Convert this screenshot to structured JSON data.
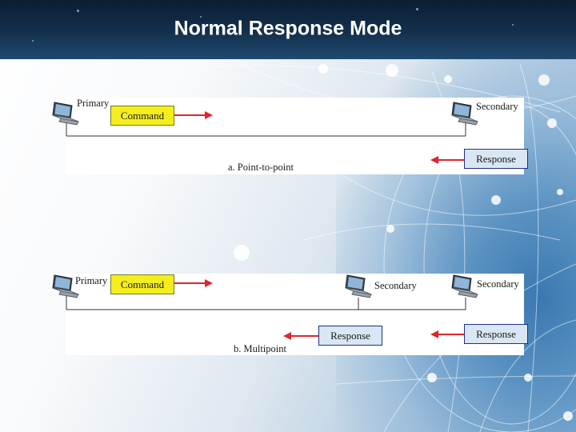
{
  "slide": {
    "title": "Normal Response Mode"
  },
  "diagram_a": {
    "primary_label": "Primary",
    "secondary_label": "Secondary",
    "command_label": "Command",
    "response_label": "Response",
    "caption": "a. Point-to-point"
  },
  "diagram_b": {
    "primary_label": "Primary",
    "secondary_1_label": "Secondary",
    "secondary_2_label": "Secondary",
    "command_label": "Command",
    "response_1_label": "Response",
    "response_2_label": "Response",
    "caption": "b. Multipoint"
  },
  "colors": {
    "title_bar": "#14304d",
    "command_fill": "#f3ee1c",
    "response_fill": "#d9e6f3",
    "arrow": "#e0242a",
    "wire": "#333333"
  },
  "icons": {
    "station": "laptop-icon",
    "direction": "arrow-icon"
  }
}
